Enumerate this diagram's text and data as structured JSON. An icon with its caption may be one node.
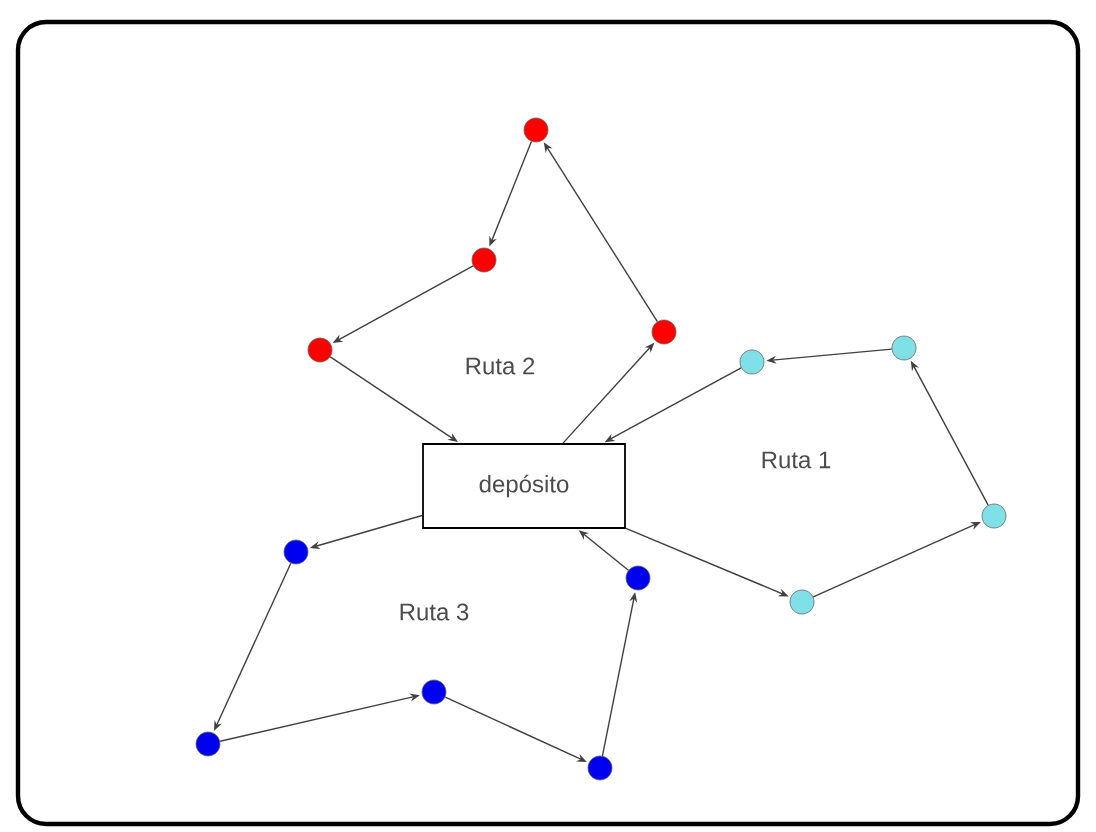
{
  "diagram": {
    "nodes": [
      {
        "text": [
          "depósito"
        ]
      },
      {
        "text": [],
        "shape": "circle"
      },
      {
        "text": [],
        "shape": "circle"
      },
      {
        "text": [],
        "shape": "circle"
      },
      {
        "text": [],
        "shape": "circle"
      },
      {
        "text": [],
        "shape": "circle"
      },
      {
        "text": [],
        "shape": "circle"
      },
      {
        "text": [],
        "shape": "circle"
      },
      {
        "text": [],
        "shape": "circle"
      },
      {
        "text": [],
        "shape": "circle"
      },
      {
        "text": [],
        "shape": "circle"
      },
      {
        "text": [],
        "shape": "circle"
      },
      {
        "text": [],
        "shape": "circle"
      },
      {
        "text": [],
        "shape": "circle"
      }
    ],
    "edges": [
      {
        "from": 0,
        "to": 4,
        "arrow": "to"
      },
      {
        "from": 4,
        "to": 1,
        "arrow": "to"
      },
      {
        "from": 1,
        "to": 2,
        "arrow": "to"
      },
      {
        "from": 2,
        "to": 3,
        "arrow": "to"
      },
      {
        "from": 3,
        "to": 0,
        "arrow": "to"
      },
      {
        "from": 0,
        "to": 8,
        "arrow": "to"
      },
      {
        "from": 8,
        "to": 7,
        "arrow": "to"
      },
      {
        "from": 7,
        "to": 6,
        "arrow": "to"
      },
      {
        "from": 6,
        "to": 5,
        "arrow": "to"
      },
      {
        "from": 5,
        "to": 0,
        "arrow": "to"
      },
      {
        "from": 0,
        "to": 9,
        "arrow": "to"
      },
      {
        "from": 9,
        "to": 10,
        "arrow": "to"
      },
      {
        "from": 10,
        "to": 11,
        "arrow": "to"
      },
      {
        "from": 11,
        "to": 12,
        "arrow": "to"
      },
      {
        "from": 12,
        "to": 13,
        "arrow": "to"
      },
      {
        "from": 13,
        "to": 0,
        "arrow": "to"
      }
    ],
    "labels": [
      "Ruta 2",
      "Ruta 1",
      "Ruta 3"
    ]
  }
}
